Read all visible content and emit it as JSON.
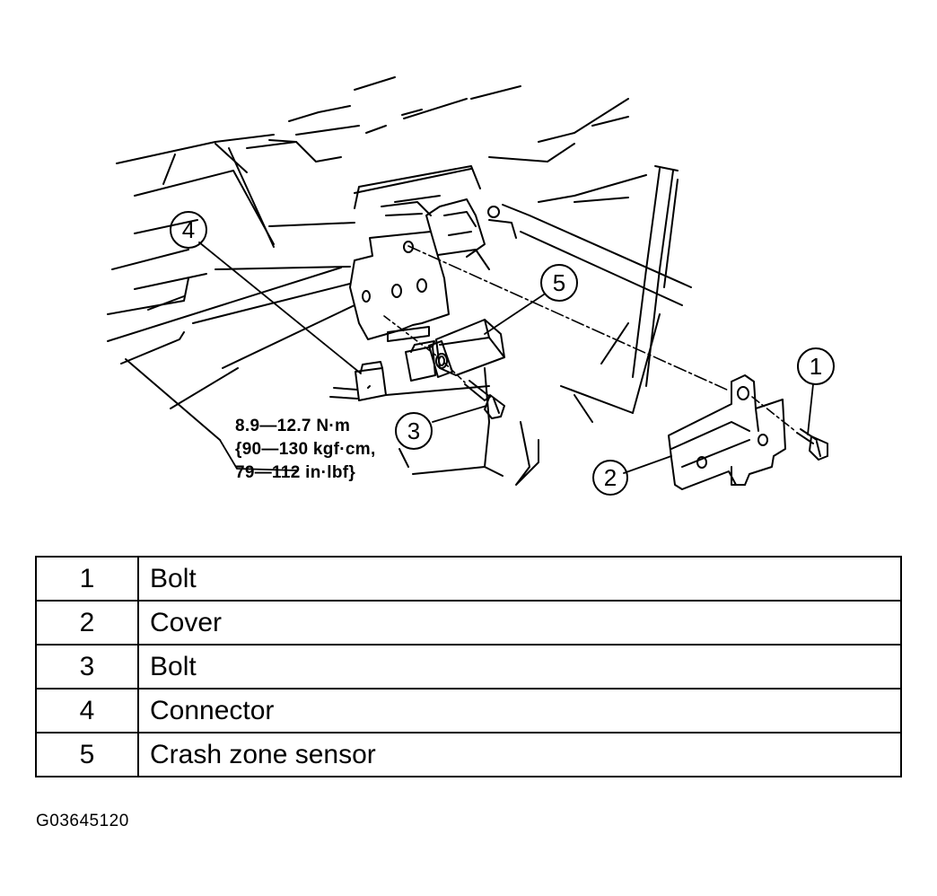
{
  "torque_spec": {
    "line1": "8.9—12.7 N·m",
    "line2": "{90—130 kgf·cm,",
    "line3": "79—112 in·lbf}"
  },
  "callouts": [
    "1",
    "2",
    "3",
    "4",
    "5"
  ],
  "legend": [
    {
      "num": "1",
      "desc": "Bolt"
    },
    {
      "num": "2",
      "desc": "Cover"
    },
    {
      "num": "3",
      "desc": "Bolt"
    },
    {
      "num": "4",
      "desc": "Connector"
    },
    {
      "num": "5",
      "desc": "Crash zone sensor"
    }
  ],
  "figure_id": "G03645120"
}
